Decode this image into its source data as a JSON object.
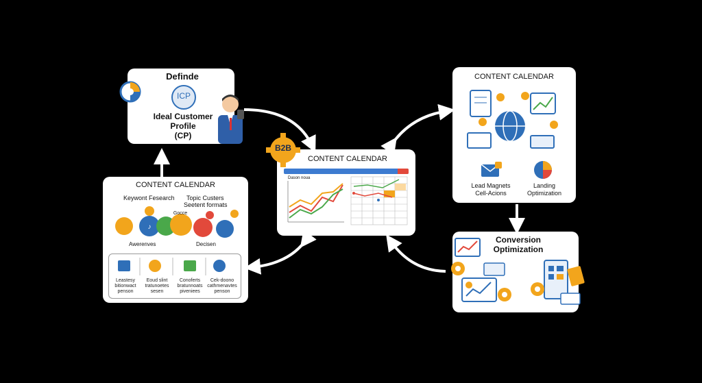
{
  "define_card": {
    "heading": "Definde",
    "icp_badge": "ICP",
    "title_lines": [
      "Ideal Customer",
      "Profile",
      "(CP)"
    ]
  },
  "research_card": {
    "heading": "CONTENT CALENDAR",
    "label_left": "Keywont Fesearch",
    "label_right_1": "Topic Custers",
    "label_right_2": "Seetent formats",
    "bubble_text": "Gocce",
    "stage_left": "Awerenves",
    "stage_right": "Decisen",
    "tiles": [
      {
        "lines": [
          "Leastesy",
          "bitionwact",
          "penson"
        ]
      },
      {
        "lines": [
          "Eoud slint",
          "tratunoetes",
          "sesen"
        ]
      },
      {
        "lines": [
          "Conoferts",
          "bratunnoats",
          "piveniees"
        ]
      },
      {
        "lines": [
          "Cek-doono",
          "cathmenavtes",
          "penson"
        ]
      }
    ]
  },
  "center_card": {
    "badge": "B2B",
    "heading": "CONTENT CALENDAR",
    "chart_left_label": "Dason noua"
  },
  "right_top_card": {
    "heading": "CONTENT CALENDAR",
    "label_left_1": "Lead Magnets",
    "label_left_2": "Cell-Acions",
    "label_right_1": "Landing",
    "label_right_2": "Optimization"
  },
  "right_bottom_card": {
    "title_1": "Conversion",
    "title_2": "Optimization"
  },
  "colors": {
    "background": "#000000",
    "card": "#ffffff",
    "accent_orange": "#f2a51c",
    "accent_blue": "#2f6fb8",
    "accent_red": "#e2493b",
    "accent_green": "#4aa84a"
  }
}
